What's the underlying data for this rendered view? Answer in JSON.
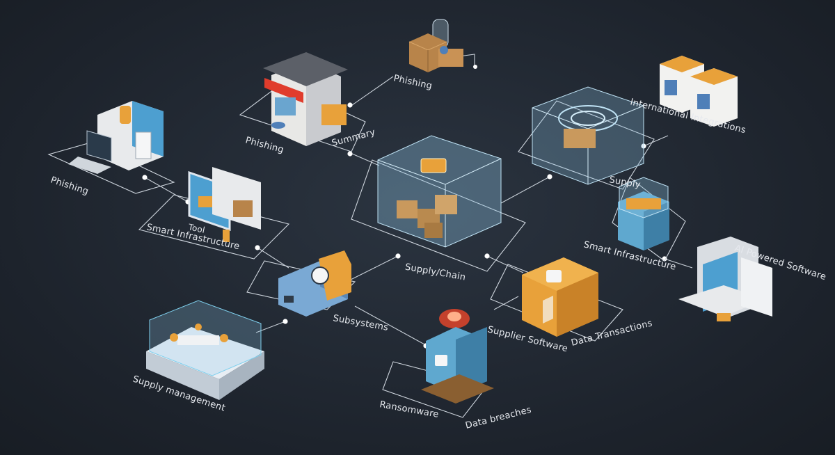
{
  "labels": {
    "center": "Supply/Chain",
    "phishing_left": "Phishing",
    "phishing_shop": "Phishing",
    "summary": "Summary",
    "phishing_top": "Phishing",
    "smart_infrastructure": "Smart Infrastructure",
    "tool": "Tool",
    "supply_right": "Supply",
    "international_integrations": "International Integrations",
    "smart_infrastructure_right": "Smart Infrastructure",
    "ai_powered_software": "AI Powered Software",
    "subsystems": "Subsystems",
    "supplier_software": "Supplier Software",
    "data_transactions": "Data Transactions",
    "supply_management": "Supply management",
    "ransomware": "Ransomware",
    "data_breaches": "Data breaches"
  },
  "colors": {
    "background": "#1f2630",
    "cube_blue": "#5fa8cf",
    "crate_orange": "#e8a13a",
    "glass_cube": "#8fc6e6",
    "alert_red": "#e0452a"
  },
  "icons": [
    "computer-server-icon",
    "shop-icon",
    "crate-stack-icon",
    "glass-cube-icon",
    "monitor-icon",
    "chip-device-icon",
    "cloud-data-platform-icon",
    "ransomware-cube-icon",
    "lock-crate-icon",
    "laptop-workstation-icon",
    "data-boxes-icon",
    "target-glass-icon",
    "coin-box-icon"
  ]
}
